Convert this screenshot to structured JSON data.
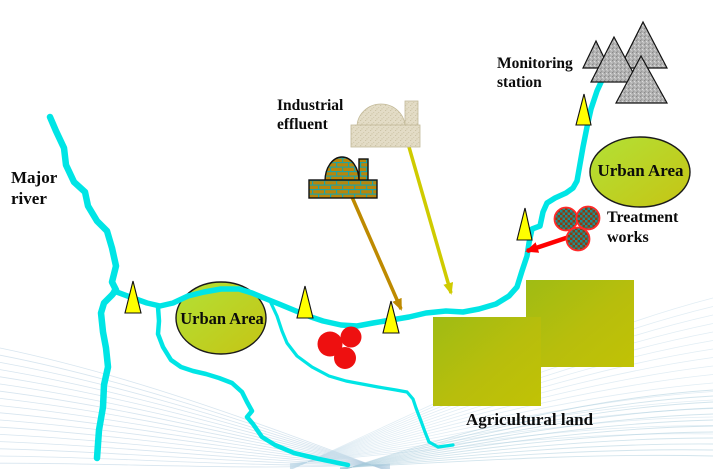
{
  "labels": {
    "major_river": "Major river",
    "industrial_effluent": "Industrial effluent",
    "monitoring_station": "Monitoring station",
    "urban_area_left": "Urban Area",
    "urban_area_right": "Urban Area",
    "treatment_works": "Treatment works",
    "agricultural_land": "Agricultural land"
  },
  "features": {
    "monitoring_markers": 5,
    "mountain_peaks": 4,
    "treatment_tanks": 3,
    "pollution_spots": 3,
    "industrial_buildings": 2,
    "urban_areas": 2,
    "agricultural_fields": 2
  },
  "colors": {
    "river": "#00E5E5",
    "monitoring_marker": "#FFFF00",
    "urban_area_gradient_start": "#B2E136",
    "urban_area_gradient_end": "#C6C414",
    "agricultural_gradient_start": "#9FBC14",
    "agricultural_gradient_end": "#C1C205",
    "effluent_arrow_dark": "#BE8A00",
    "effluent_arrow_light": "#CFCB00",
    "treatment_arrow": "#FF0000",
    "pollution_spot": "#EE1010",
    "mountain": "#B3B3B3",
    "brick": "#B8860B",
    "brick_mortar": "#1FA3A3"
  }
}
